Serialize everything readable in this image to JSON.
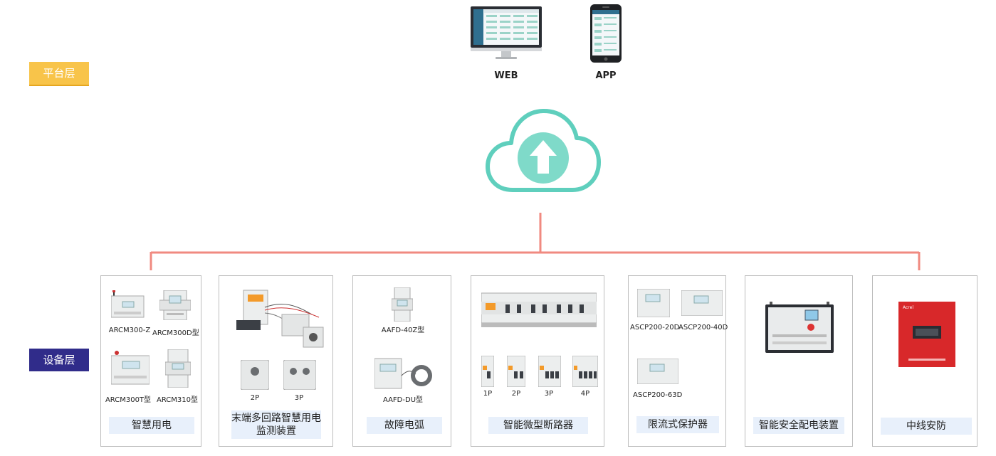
{
  "layers": {
    "platform": "平台层",
    "device": "设备层"
  },
  "platform_devices": {
    "web": "WEB",
    "app": "APP"
  },
  "colors": {
    "connector": "#f08a80",
    "cloud": "#5fcfbd",
    "platform_tag": "#f8c44a",
    "device_tag": "#302c8a",
    "title_bg": "#e8f0fb"
  },
  "icons": {
    "cloud": "cloud-upload-icon",
    "web": "monitor-icon",
    "app": "smartphone-icon"
  },
  "cards": [
    {
      "title": "智慧用电",
      "models": [
        "ARCM300-Z",
        "ARCM300D型",
        "ARCM300T型",
        "ARCM310型"
      ]
    },
    {
      "title": "末端多回路智慧用电监测装置",
      "models": [
        "2P",
        "3P"
      ]
    },
    {
      "title": "故障电弧",
      "models": [
        "AAFD-40Z型",
        "AAFD-DU型"
      ]
    },
    {
      "title": "智能微型断路器",
      "models": [
        "1P",
        "2P",
        "3P",
        "4P"
      ]
    },
    {
      "title": "限流式保护器",
      "models": [
        "ASCP200-20D",
        "ASCP200-40D",
        "ASCP200-63D"
      ]
    },
    {
      "title": "智能安全配电装置",
      "models": []
    },
    {
      "title": "中线安防",
      "models": []
    }
  ]
}
